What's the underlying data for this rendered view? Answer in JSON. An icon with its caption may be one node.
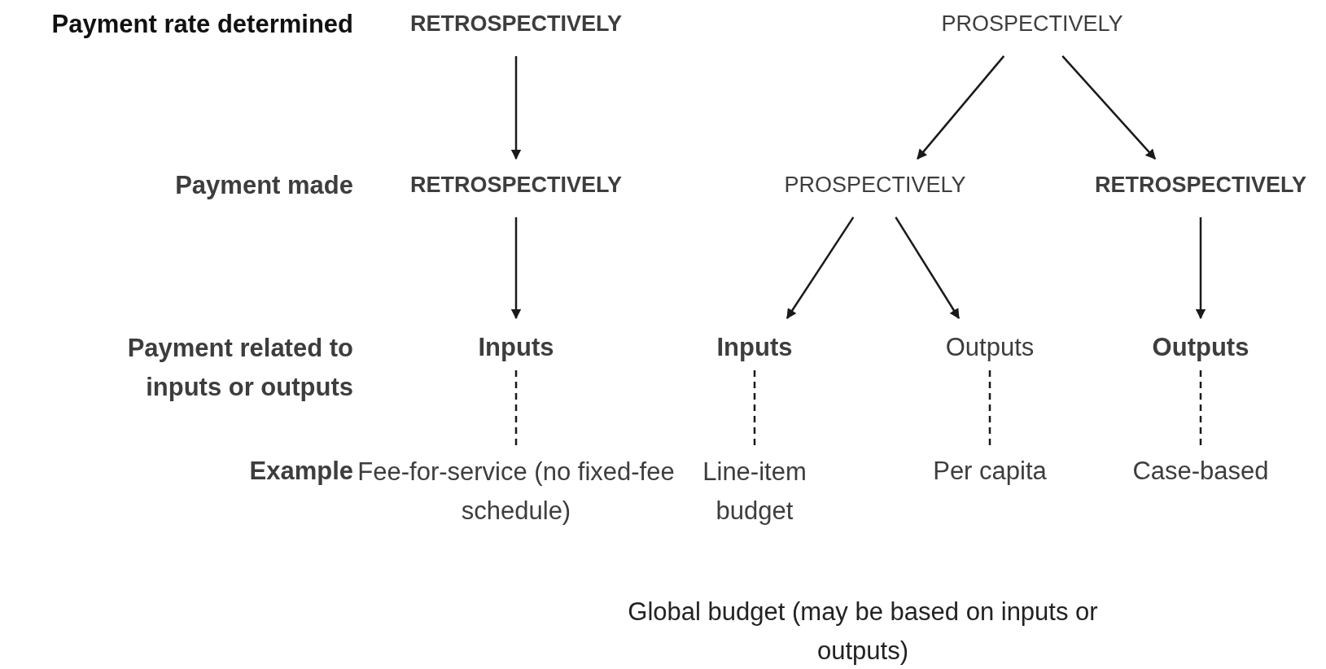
{
  "diagram": {
    "nodes": [
      {
        "text": [
          "RETROSPECTIVELY"
        ]
      },
      {
        "text": [
          "PROSPECTIVELY"
        ]
      },
      {
        "text": [
          "RETROSPECTIVELY"
        ]
      },
      {
        "text": [
          "PROSPECTIVELY"
        ]
      },
      {
        "text": [
          "RETROSPECTIVELY"
        ]
      },
      {
        "text": [
          "Inputs"
        ]
      },
      {
        "text": [
          "Inputs"
        ]
      },
      {
        "text": [
          "Outputs"
        ]
      },
      {
        "text": [
          "Outputs"
        ]
      },
      {
        "text": [
          "Fee-for-service (no fixed-fee schedule)"
        ]
      },
      {
        "text": [
          "Line-item budget"
        ]
      },
      {
        "text": [
          "Per capita"
        ]
      },
      {
        "text": [
          "Case-based"
        ]
      }
    ],
    "edges": [
      {
        "from": 0,
        "to": 2,
        "arrow": "to"
      },
      {
        "from": 1,
        "to": 3,
        "arrow": "to"
      },
      {
        "from": 1,
        "to": 4,
        "arrow": "to"
      },
      {
        "from": 2,
        "to": 5,
        "arrow": "to"
      },
      {
        "from": 3,
        "to": 6,
        "arrow": "to"
      },
      {
        "from": 3,
        "to": 7,
        "arrow": "to"
      },
      {
        "from": 4,
        "to": 8,
        "arrow": "to"
      },
      {
        "from": 5,
        "to": 9,
        "arrow": "none",
        "style": "dashed"
      },
      {
        "from": 6,
        "to": 10,
        "arrow": "none",
        "style": "dashed"
      },
      {
        "from": 7,
        "to": 11,
        "arrow": "none",
        "style": "dashed"
      },
      {
        "from": 8,
        "to": 12,
        "arrow": "none",
        "style": "dashed"
      }
    ],
    "labels": [
      "Payment rate determined",
      "Payment made",
      "Payment related to inputs or outputs",
      "Example",
      "Global budget (may be based on inputs or outputs)"
    ]
  }
}
